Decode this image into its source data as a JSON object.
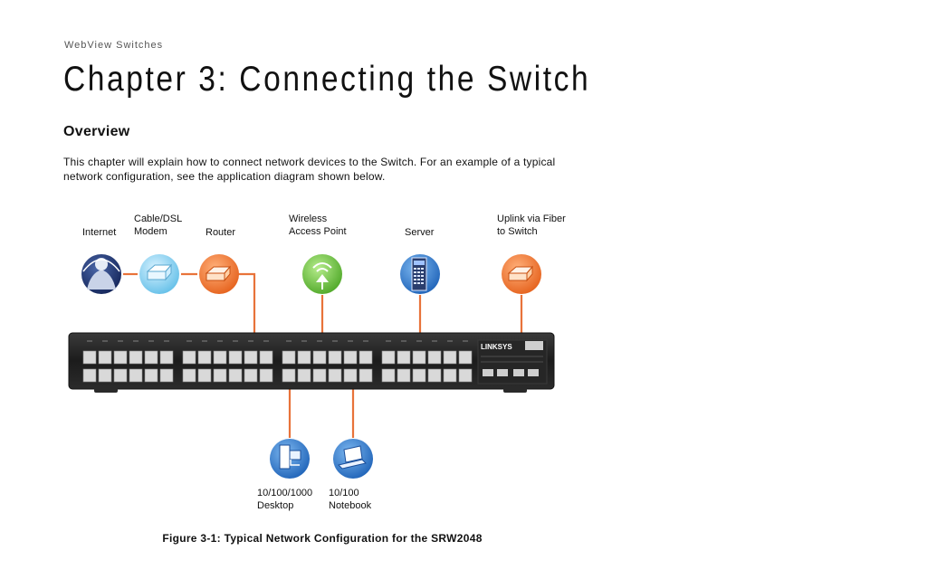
{
  "document": {
    "header": "WebView Switches",
    "title": "Chapter 3: Connecting the Switch",
    "section_title": "Overview",
    "intro": "This chapter will explain how to connect network devices to the Switch. For an example of a typical network configuration, see the application diagram shown below.",
    "figure_caption": "Figure 3-1: Typical Network Configuration for the SRW2048"
  },
  "diagram": {
    "labels": {
      "internet": "Internet",
      "modem_1": "Cable/DSL",
      "modem_2": "Modem",
      "router": "Router",
      "ap_1": "Wireless",
      "ap_2": "Access Point",
      "server": "Server",
      "uplink_1": "Uplink via Fiber",
      "uplink_2": "to Switch",
      "desktop_1": "10/100/1000",
      "desktop_2": "Desktop",
      "notebook_1": "10/100",
      "notebook_2": "Notebook"
    },
    "switch_brand": "LINKSYS",
    "colors": {
      "cable": "#e8733a",
      "orange_device": "#f27b2b",
      "blue_device": "#2d7fd3",
      "green_device": "#6cc13c",
      "switch_body": "#222222"
    },
    "icons": {
      "internet": "globe-person-icon",
      "modem": "modem-icon",
      "router": "router-icon",
      "access_point": "wireless-ap-icon",
      "server": "server-icon",
      "uplink": "router-icon",
      "desktop": "desktop-icon",
      "notebook": "notebook-icon"
    }
  }
}
